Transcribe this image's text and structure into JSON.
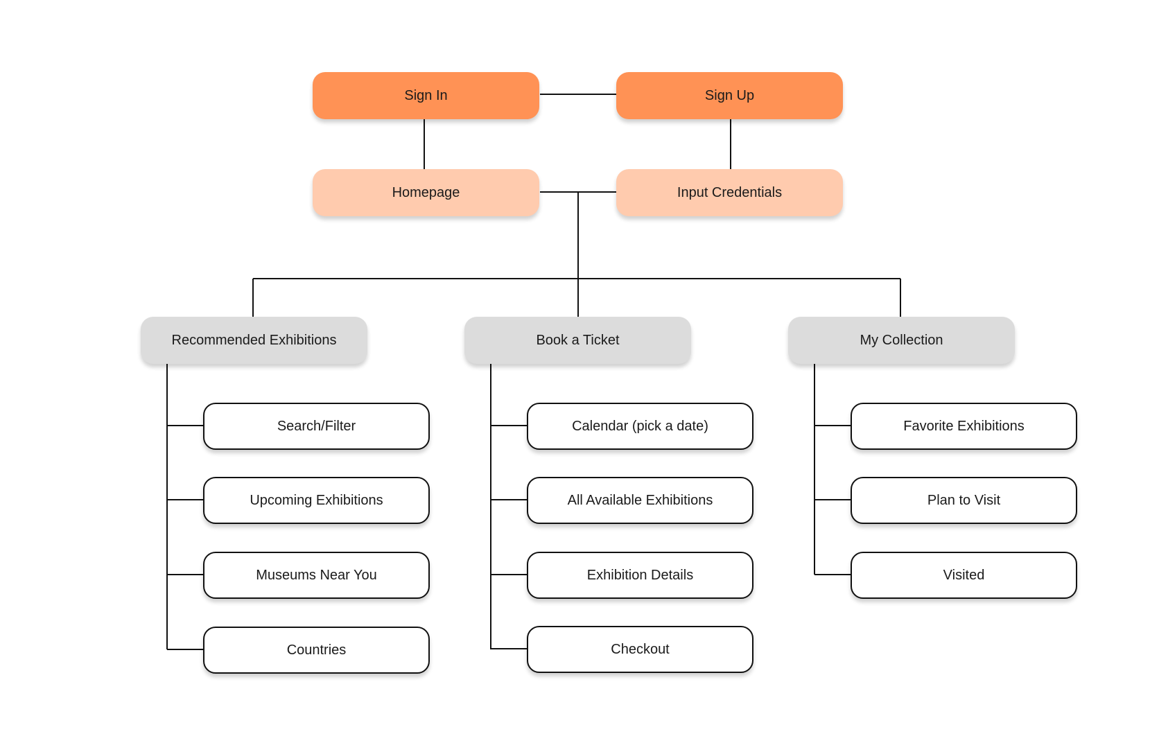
{
  "auth": {
    "sign_in": "Sign In",
    "sign_up": "Sign Up"
  },
  "entry": {
    "homepage": "Homepage",
    "input_credentials": "Input Credentials"
  },
  "sections": [
    {
      "title": "Recommended Exhibitions",
      "items": [
        "Search/Filter",
        "Upcoming Exhibitions",
        "Museums Near You",
        "Countries"
      ]
    },
    {
      "title": "Book a Ticket",
      "items": [
        "Calendar (pick a date)",
        "All Available Exhibitions",
        "Exhibition Details",
        "Checkout"
      ]
    },
    {
      "title": "My Collection",
      "items": [
        "Favorite Exhibitions",
        "Plan to Visit",
        "Visited"
      ]
    }
  ],
  "colors": {
    "primary": "#ff9255",
    "secondary": "#ffcbae",
    "category": "#dcdcdc",
    "leaf": "#ffffff",
    "line": "#111111"
  }
}
